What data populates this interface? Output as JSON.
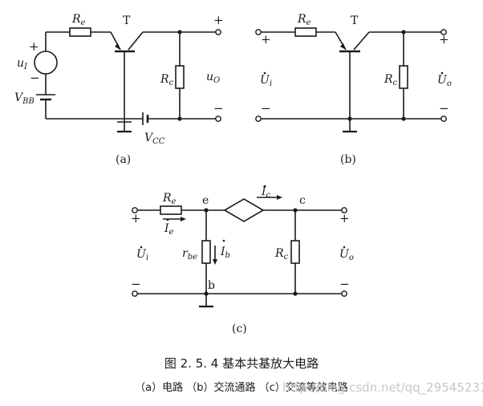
{
  "figure": {
    "title": "图 2. 5. 4   基本共基放大电路",
    "subtitle": "（a）电路  （b）交流通路  （c）交流等效电路",
    "watermark": "http://blog.csdn.net/qq_29545231"
  },
  "panel_a": {
    "label": "(a)",
    "re": "R",
    "re_sub": "e",
    "rc": "R",
    "rc_sub": "c",
    "transistor": "T",
    "ui": "u",
    "ui_sub": "I",
    "uo": "u",
    "uo_sub": "O",
    "vbb": "V",
    "vbb_sub": "BB",
    "vcc": "V",
    "vcc_sub": "CC",
    "plus": "+",
    "minus": "−"
  },
  "panel_b": {
    "label": "(b)",
    "re": "R",
    "re_sub": "e",
    "rc": "R",
    "rc_sub": "c",
    "transistor": "T",
    "ui": "U",
    "ui_sub": "i",
    "uo": "U",
    "uo_sub": "o",
    "plus": "+",
    "minus": "−"
  },
  "panel_c": {
    "label": "(c)",
    "re": "R",
    "re_sub": "e",
    "rc": "R",
    "rc_sub": "c",
    "rbe": "r",
    "rbe_sub": "be",
    "ie": "I",
    "ie_sub": "e",
    "ib": "I",
    "ib_sub": "b",
    "ic": "I",
    "ic_sub": "c",
    "node_e": "e",
    "node_c": "c",
    "node_b": "b",
    "ui": "U",
    "ui_sub": "i",
    "uo": "U",
    "uo_sub": "o",
    "plus": "+",
    "minus": "−"
  },
  "colors": {
    "ink": "#1a1a1a",
    "paper": "#ffffff",
    "watermark": "#c8c8c8"
  }
}
